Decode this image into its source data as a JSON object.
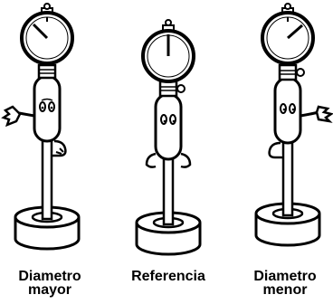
{
  "gauges": [
    {
      "line1": "Diametro",
      "line2": "mayor",
      "needle": "tilted-left"
    },
    {
      "line1": "Referencia",
      "line2": "",
      "needle": "center"
    },
    {
      "line1": "Diametro",
      "line2": "menor",
      "needle": "tilted-right"
    }
  ],
  "colors": {
    "ink": "#000000",
    "paper": "#ffffff"
  },
  "icons": [
    "dial-gauge-icon",
    "bore-gauge-icon",
    "ring-gauge-icon"
  ]
}
